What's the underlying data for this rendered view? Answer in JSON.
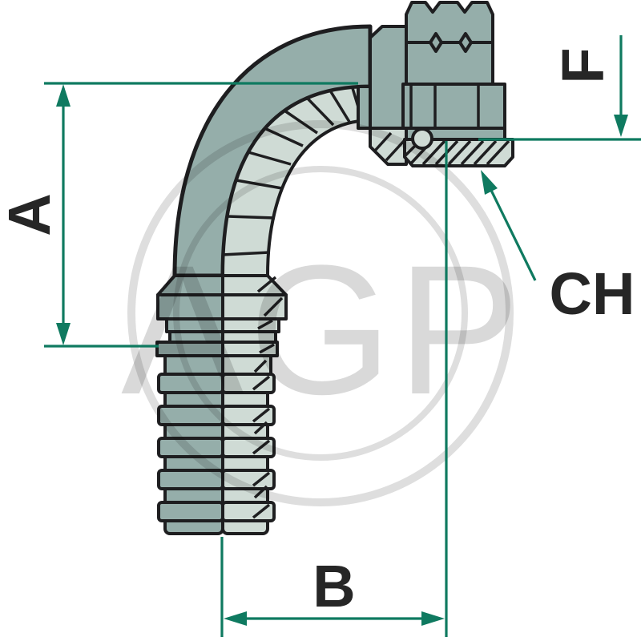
{
  "diagram": {
    "watermark_text": "AGP",
    "dimension_labels": {
      "a": "A",
      "b": "B",
      "f": "F",
      "ch": "CH"
    },
    "colors": {
      "dimension_green": "#0f7a60",
      "body_teal": "#95aeaa",
      "section_light": "#cfdbd5",
      "outline_black": "#1e1e20",
      "watermark_gray": "#d9d9d9",
      "label_text": "#262626",
      "background": "#ffffff"
    }
  }
}
